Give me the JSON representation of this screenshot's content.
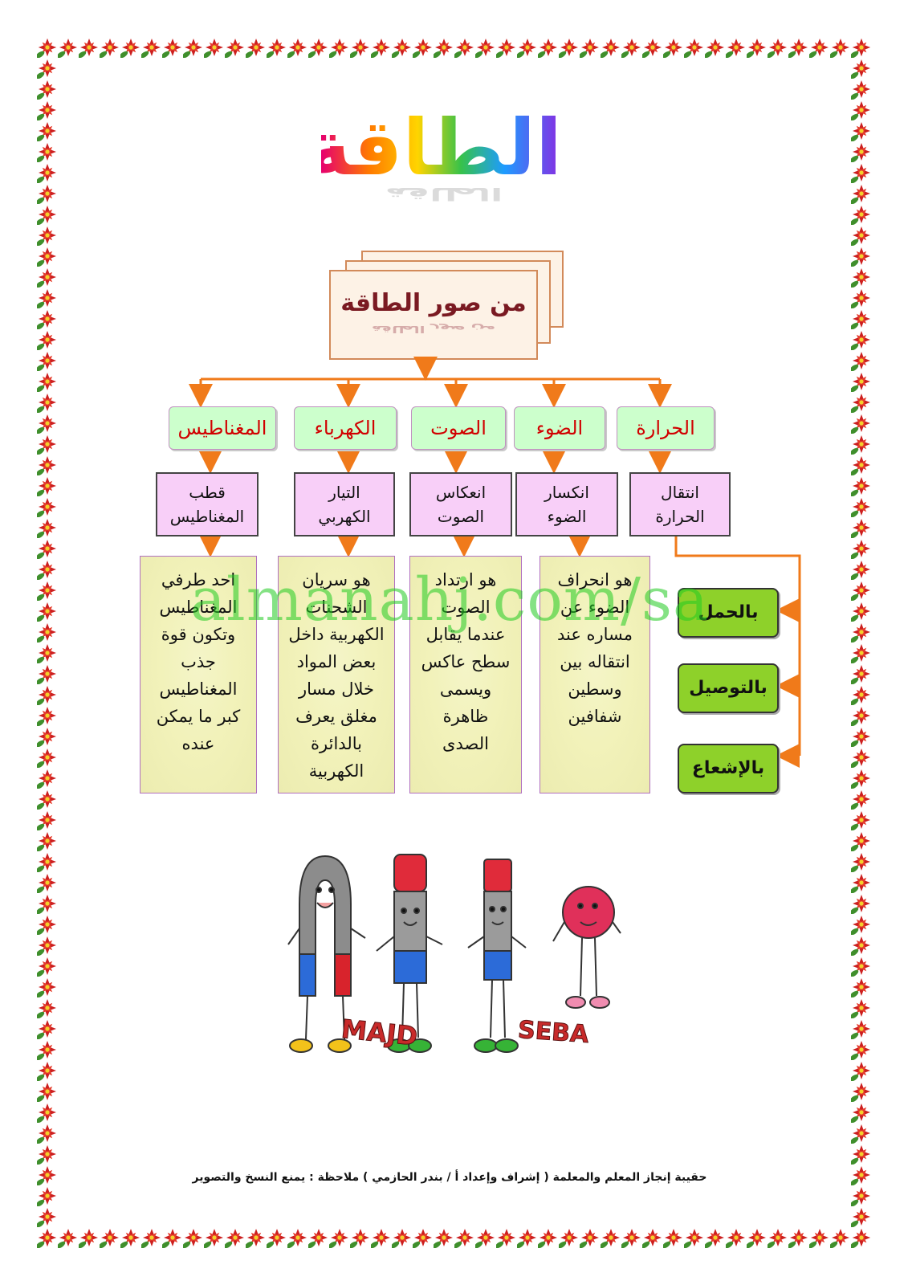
{
  "title": "الطاقة",
  "hub": {
    "label": "من صور الطاقة"
  },
  "categories": [
    {
      "label": "الحرارة",
      "concept": "انتقال\nالحرارة",
      "definition": ""
    },
    {
      "label": "الضوء",
      "concept": "انكسار\nالضوء",
      "definition": "هو انحراف\nالضوء عن\nمساره عند\nانتقاله بين\nوسطين\nشفافين"
    },
    {
      "label": "الصوت",
      "concept": "انعكاس\nالصوت",
      "definition": "هو ارتداد\nالصوت\nعندما يقابل\nسطح عاكس\nويسمى\nظاهرة\nالصدى"
    },
    {
      "label": "الكهرباء",
      "concept": "التيار\nالكهربي",
      "definition": "هو سريان\nالشحنات\nالكهربية داخل\nبعض المواد\nخلال مسار\nمغلق يعرف\nبالدائرة\nالكهربية"
    },
    {
      "label": "المغناطيس",
      "concept": "قطب\nالمغناطيس",
      "definition": "احد طرفي\nالمغناطيس\nوتكون قوة\nجذب\nالمغناطيس\nكبر ما يمكن\nعنده"
    }
  ],
  "heat_transfer_methods": [
    "بالحمل",
    "بالتوصيل",
    "بالإشعاع"
  ],
  "watermark": "almanahj.com/sa",
  "illustration": {
    "left_caption": "MAJD",
    "right_caption": "SEBA"
  },
  "footer": "حقيبة إنجاز المعلم والمعلمة ( إشراف وإعداد أ / بندر الحازمي ) ملاحظة :  يمنع النسخ والتصوير",
  "colors": {
    "connector": "#f07a1a",
    "category_bg": "#ccffcc",
    "category_text": "#d10000",
    "concept_bg": "#f8cff8",
    "method_bg": "#8ed12a",
    "watermark": "#22cc22"
  }
}
